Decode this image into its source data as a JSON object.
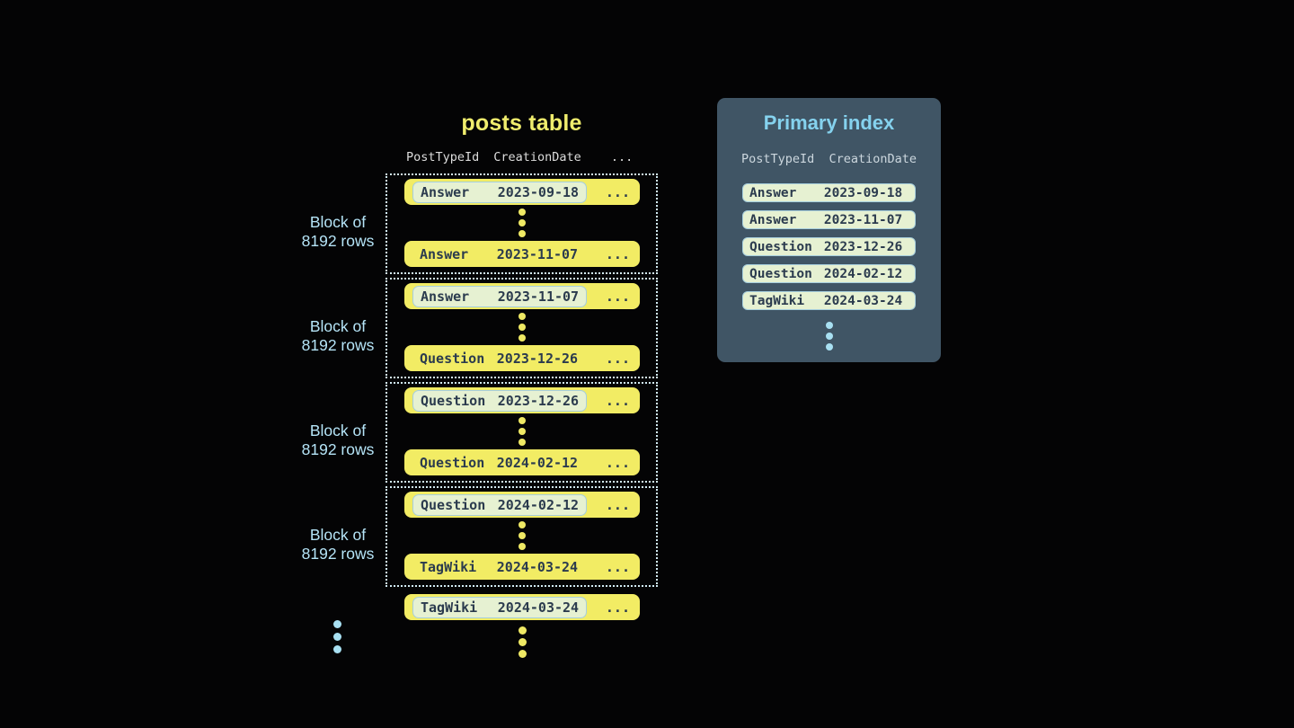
{
  "posts_table": {
    "title": "posts table",
    "headers": {
      "col1": "PostTypeId",
      "col2": "CreationDate",
      "more": "..."
    },
    "block_label": {
      "line1": "Block of",
      "line2": "8192 rows"
    },
    "ellipsis": "...",
    "blocks": [
      {
        "first": {
          "type": "Answer",
          "date": "2023-09-18"
        },
        "last": {
          "type": "Answer",
          "date": "2023-11-07"
        }
      },
      {
        "first": {
          "type": "Answer",
          "date": "2023-11-07"
        },
        "last": {
          "type": "Question",
          "date": "2023-12-26"
        }
      },
      {
        "first": {
          "type": "Question",
          "date": "2023-12-26"
        },
        "last": {
          "type": "Question",
          "date": "2024-02-12"
        }
      },
      {
        "first": {
          "type": "Question",
          "date": "2024-02-12"
        },
        "last": {
          "type": "TagWiki",
          "date": "2024-03-24"
        }
      }
    ],
    "overflow_row": {
      "type": "TagWiki",
      "date": "2024-03-24"
    }
  },
  "primary_index": {
    "title": "Primary index",
    "headers": {
      "col1": "PostTypeId",
      "col2": "CreationDate"
    },
    "rows": [
      {
        "type": "Answer",
        "date": "2023-09-18"
      },
      {
        "type": "Answer",
        "date": "2023-11-07"
      },
      {
        "type": "Question",
        "date": "2023-12-26"
      },
      {
        "type": "Question",
        "date": "2024-02-12"
      },
      {
        "type": "TagWiki",
        "date": "2024-03-24"
      }
    ]
  },
  "colors": {
    "background": "#040405",
    "row_yellow": "#f2ec64",
    "highlight_chip_bg": "#e6f1d2",
    "highlight_chip_border": "#a6cedd",
    "dark_text": "#2b3b4e",
    "block_border": "#d2ebf4",
    "label_blue": "#b5e4f7",
    "panel_bg": "#405565",
    "panel_title_blue": "#85d2ee",
    "title_yellow": "#f0ed6d",
    "header_gray": "#dcdcdc",
    "yellow_dot": "#efe964",
    "blue_dot": "#a8e0f2"
  }
}
